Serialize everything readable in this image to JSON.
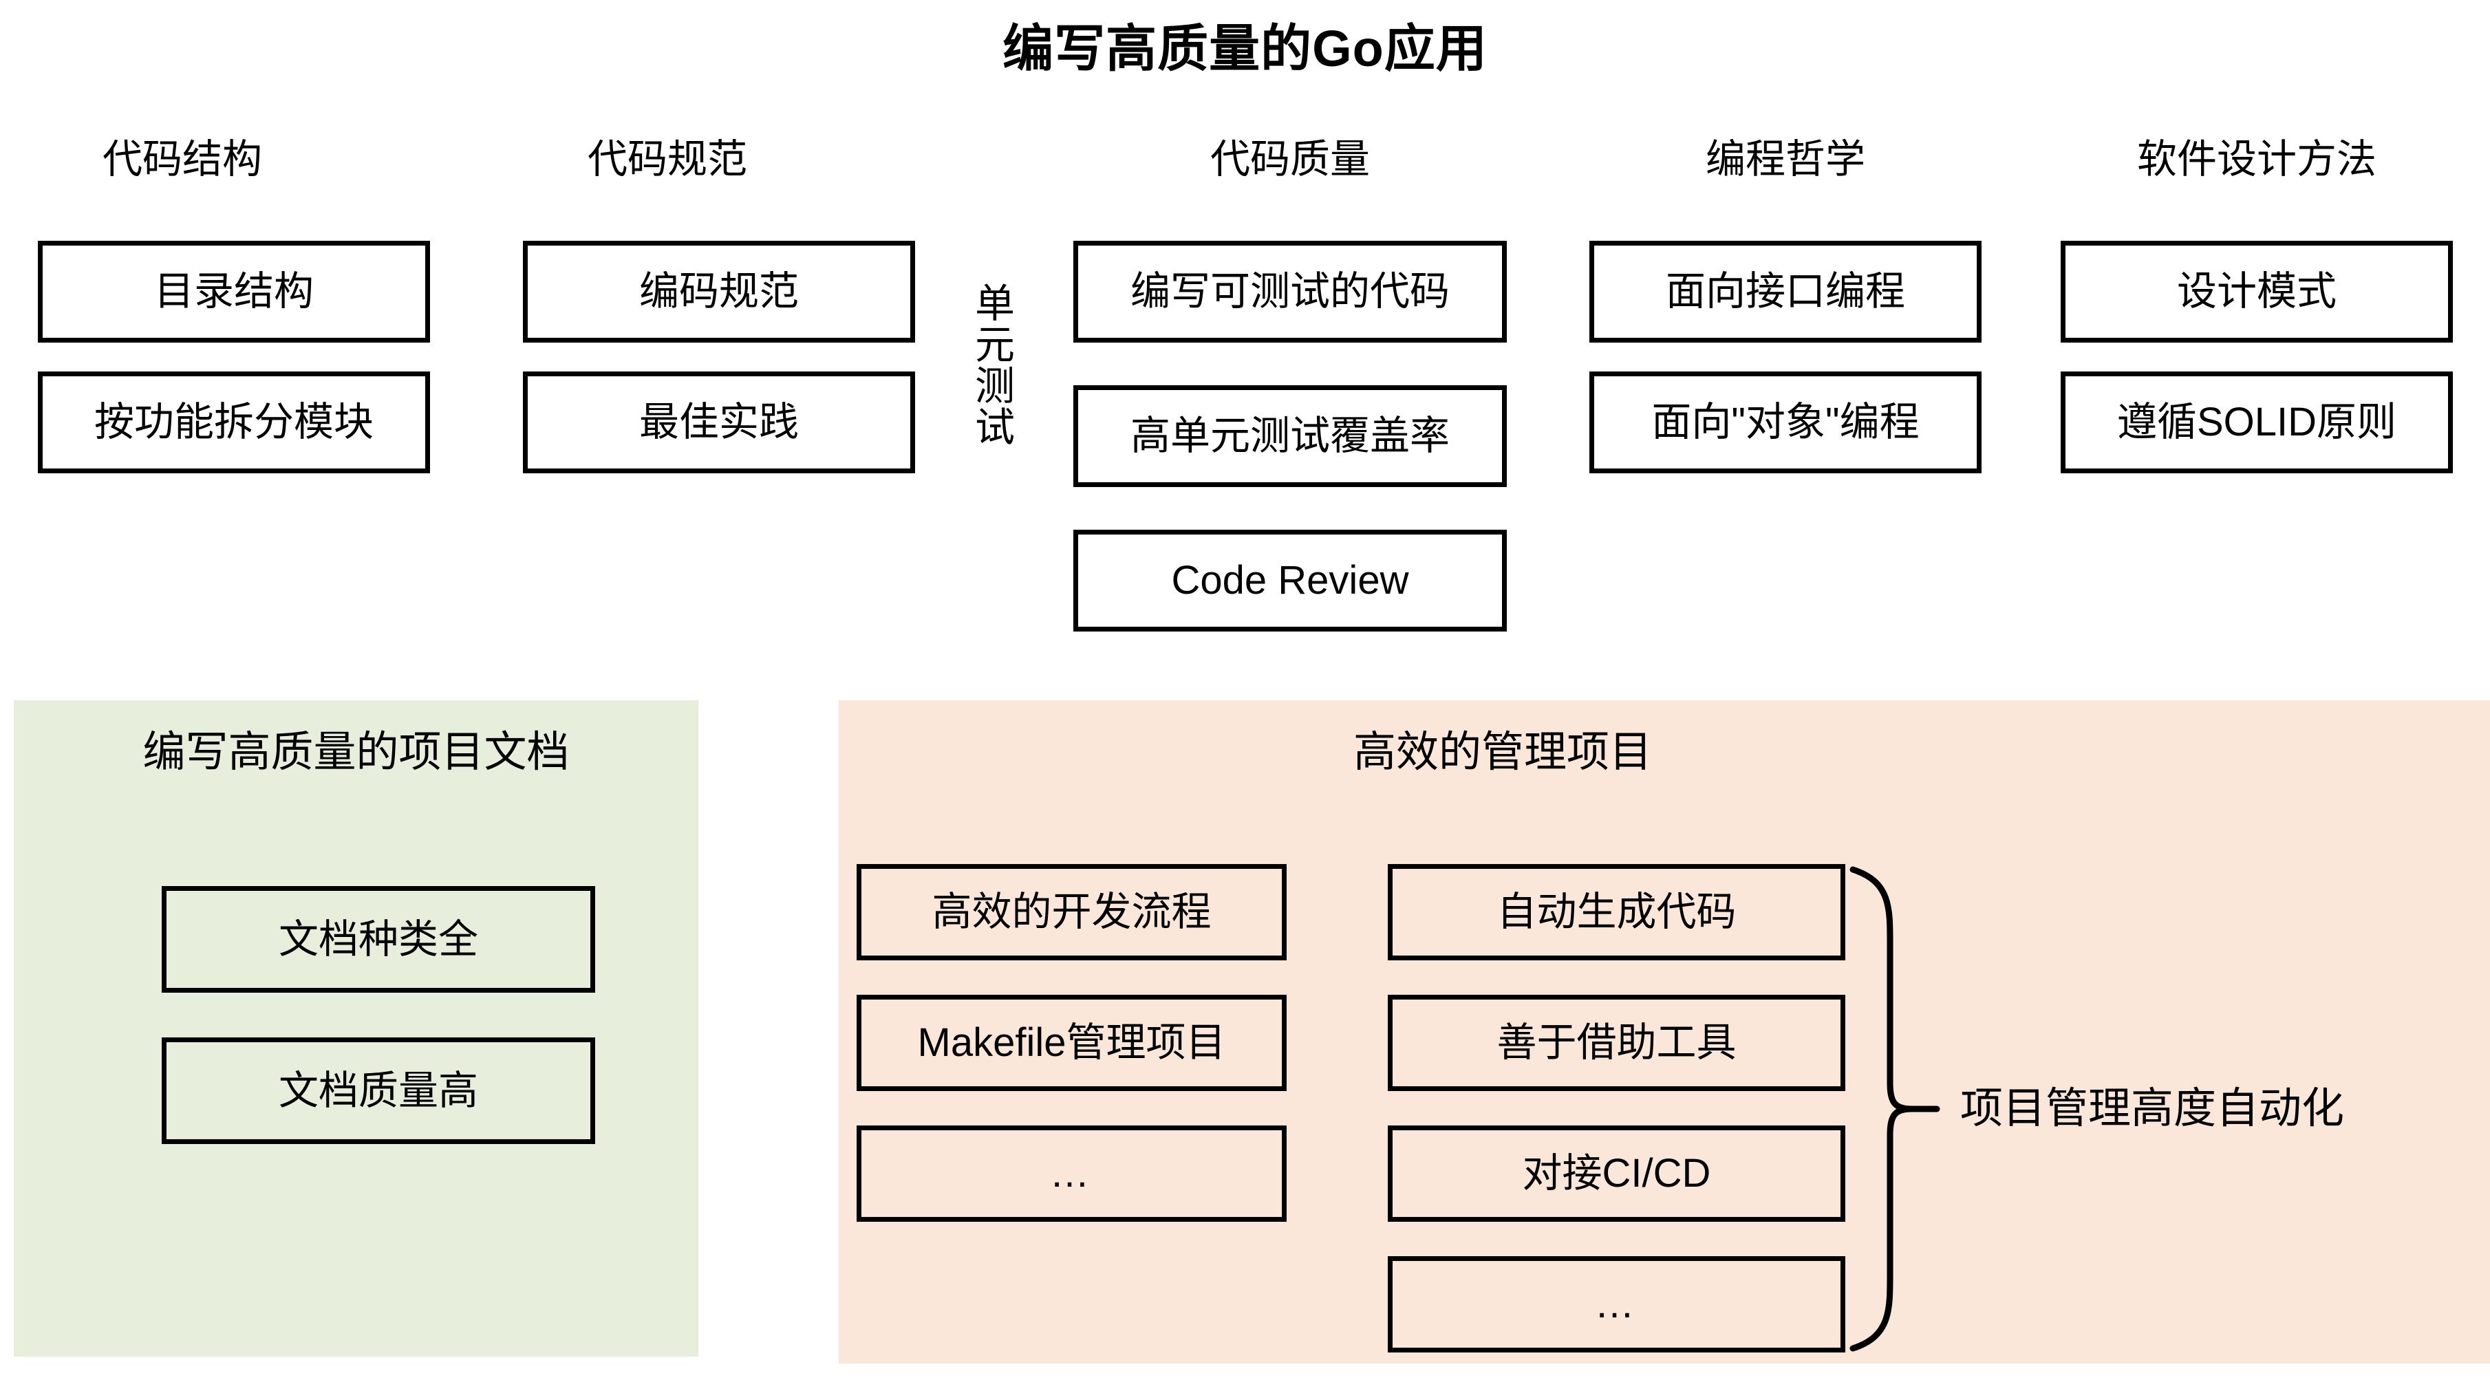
{
  "title": "编写高质量的Go应用",
  "colors": {
    "documentation_panel_bg": "#E8EEDC",
    "management_panel_bg": "#FAE7DA",
    "outline": "#000000",
    "text": "#000000",
    "page_bg": "#FFFFFF"
  },
  "columns": [
    {
      "header": "代码结构",
      "items": [
        "目录结构",
        "按功能拆分模块"
      ]
    },
    {
      "header": "代码规范",
      "items": [
        "编码规范",
        "最佳实践"
      ]
    },
    {
      "header": "代码质量",
      "side_label": "单元测试",
      "items": [
        "编写可测试的代码",
        "高单元测试覆盖率",
        "Code Review"
      ]
    },
    {
      "header": "编程哲学",
      "items": [
        "面向接口编程",
        "面向\"对象\"编程"
      ]
    },
    {
      "header": "软件设计方法",
      "items": [
        "设计模式",
        "遵循SOLID原则"
      ]
    }
  ],
  "documentation_panel": {
    "title": "编写高质量的项目文档",
    "items": [
      "文档种类全",
      "文档质量高"
    ]
  },
  "management_panel": {
    "title": "高效的管理项目",
    "left_items": [
      "高效的开发流程",
      "Makefile管理项目",
      "…"
    ],
    "right_items": [
      "自动生成代码",
      "善于借助工具",
      "对接CI/CD",
      "…"
    ],
    "brace_label": "项目管理高度自动化"
  }
}
